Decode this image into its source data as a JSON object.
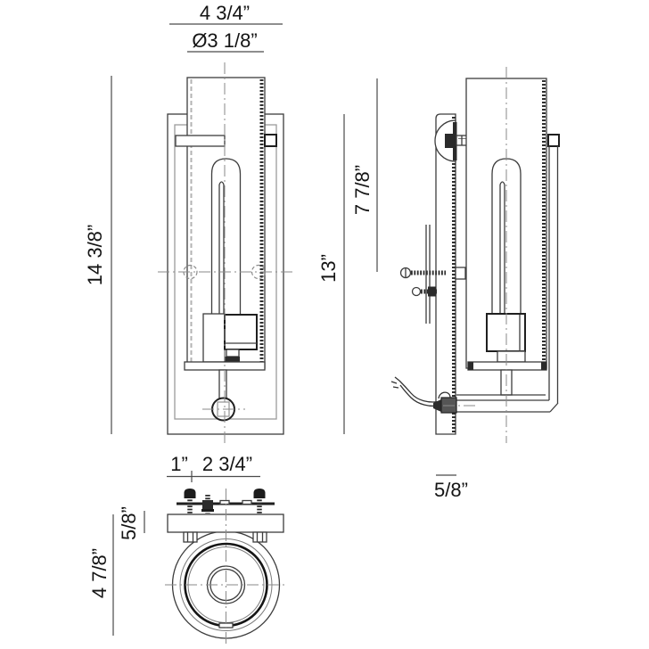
{
  "drawing": {
    "kind": "technical dimension drawing",
    "subject": "wall sconce fixture",
    "background_color": "#ffffff",
    "line_color": "#3d3d3d",
    "text_color": "#141414"
  },
  "front_view": {
    "width_label": "4 3/4”",
    "diameter_label": "Ø3 1/8”",
    "height_label": "14 3/8”",
    "frame_height_label": "13”"
  },
  "side_view": {
    "mount_height_label": "7 7/8”",
    "plate_width_label": "5/8”"
  },
  "bottom_view": {
    "offset_label": "1”",
    "spacing_label": "2 3/4”",
    "plate_thickness_label": "5/8”",
    "depth_label": "4 7/8”"
  }
}
